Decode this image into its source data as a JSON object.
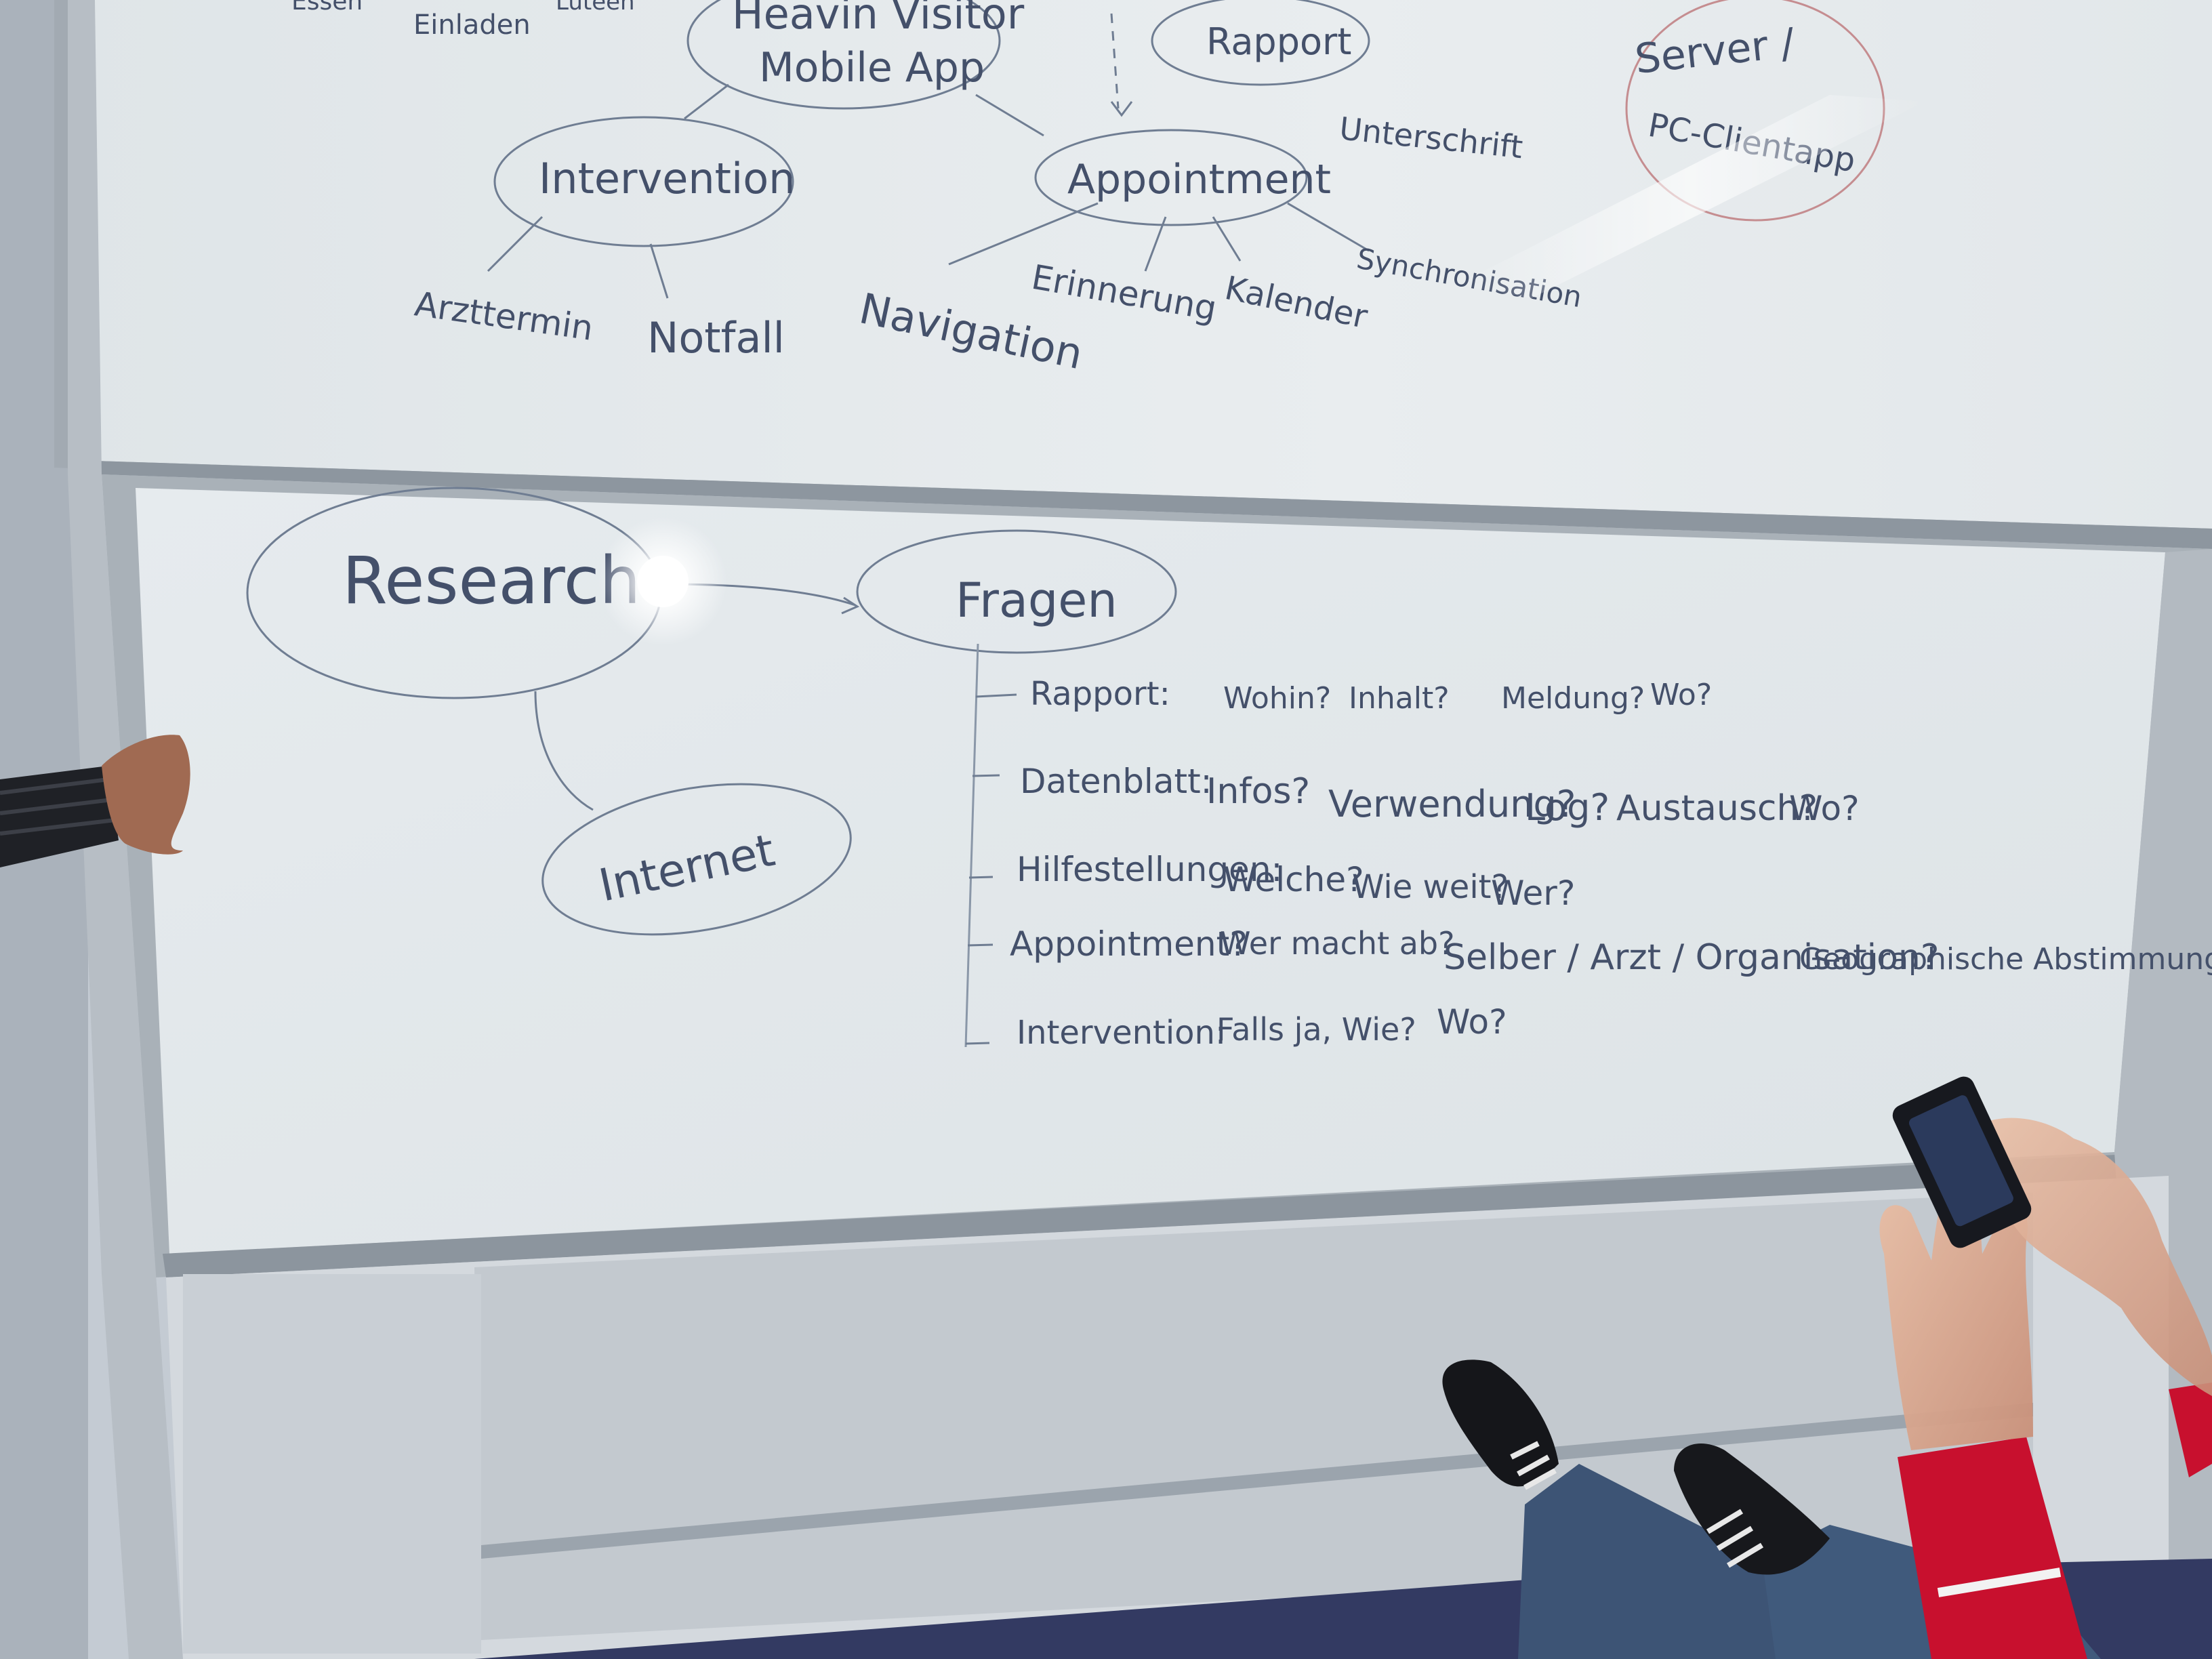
{
  "colors": {
    "wall": "#c9cfd6",
    "board_surface": "#e4e9ec",
    "board_frame": "#9aa3ab",
    "marker_blue": "#44506a",
    "marker_faint": "#7f8ea3",
    "marker_red": "#c0504d",
    "carpet": "#343b63",
    "jeans": "#3c5472",
    "shirt_red": "#c8102e"
  },
  "upper_board": {
    "top_scribbles": [
      "Essen",
      "Einladen",
      "Luteen"
    ],
    "center_node": [
      "Heavin Visitor",
      "Mobile App"
    ],
    "rapport": "Rapport",
    "unterschrift": "Unterschrift",
    "server_node": [
      "Server /",
      "PC-Clientapp"
    ],
    "intervention": "Intervention",
    "intervention_children": [
      "Arzttermin",
      "Notfall"
    ],
    "appointment": "Appointment",
    "appointment_children": [
      "Navigation",
      "Erinnerung",
      "Kalender",
      "Synchronisation"
    ]
  },
  "lower_board": {
    "research": "Research",
    "internet": "Internet",
    "fragen": "Fragen",
    "questions": [
      {
        "label": "Rapport:",
        "items": [
          "Wohin?",
          "Inhalt?",
          "Meldung?",
          "Wo?"
        ]
      },
      {
        "label": "Datenblatt:",
        "items": [
          "Infos?",
          "Verwendung?",
          "Log?",
          "Austausch?",
          "Wo?"
        ]
      },
      {
        "label": "Hilfestellungen:",
        "items": [
          "Welche?",
          "Wie weit?",
          "Wer?"
        ]
      },
      {
        "label": "Appointment?",
        "items": [
          "Wer macht ab?",
          "Selber / Arzt / Organisation?",
          "Geographische Abstimmung?"
        ]
      },
      {
        "label": "Intervention:",
        "items": [
          "Falls ja, Wie?",
          "Wo?"
        ]
      }
    ]
  }
}
